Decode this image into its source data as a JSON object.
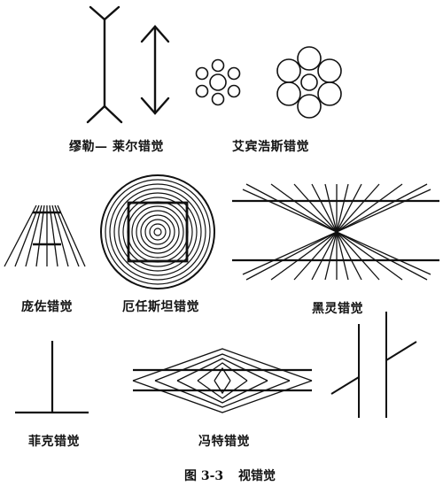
{
  "illusions": {
    "muller_lyer": "缪勒— 莱尔错觉",
    "ebbinghaus": "艾宾浩斯错觉",
    "ponzo": "庞佐错觉",
    "orbison": "厄任斯坦错觉",
    "hering": "黑灵错觉",
    "fick": "菲克错觉",
    "wundt": "冯特错觉"
  },
  "caption": {
    "number": "图 3-3",
    "title": "视错觉"
  }
}
